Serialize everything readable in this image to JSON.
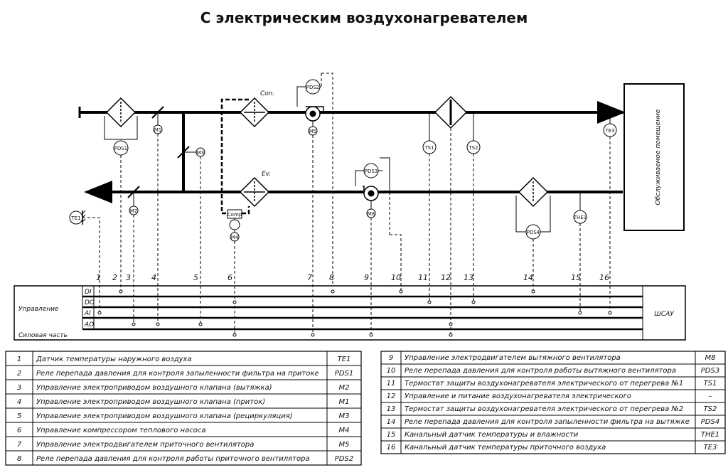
{
  "title": "С электрическим воздухонагревателем",
  "room_label": "Обслуживаемое помещение",
  "panel": {
    "rows": [
      "DI",
      "DO",
      "AI",
      "AO"
    ],
    "control_label": "Управление",
    "power_label": "Силовая часть",
    "cabinet_label": "ШСАУ"
  },
  "component_labels": {
    "cond": "Con.",
    "evap": "Ev.",
    "comp": "Comp",
    "m1": "M1",
    "m2": "M2",
    "m3": "M3",
    "m4": "M4",
    "m5": "M5",
    "m8": "M8",
    "pds1": "PDS1",
    "pds2": "PDS2",
    "pds3": "PDS3",
    "pds4": "PDS4",
    "ts1": "TS1",
    "ts2": "TS2",
    "te1": "TE1",
    "te3": "TE3",
    "the1": "THE1"
  },
  "line_numbers": [
    "1",
    "2",
    "3",
    "4",
    "5",
    "6",
    "7",
    "8",
    "9",
    "10",
    "11",
    "12",
    "13",
    "14",
    "15",
    "16"
  ],
  "table_left": [
    {
      "n": "1",
      "desc": "Датчик температуры наружного воздуха",
      "code": "TE1"
    },
    {
      "n": "2",
      "desc": "Реле перепада давления для контроля запыленности фильтра на притоке",
      "code": "PDS1"
    },
    {
      "n": "3",
      "desc": "Управление электроприводом воздушного клапана (вытяжка)",
      "code": "M2"
    },
    {
      "n": "4",
      "desc": "Управление электроприводом воздушного клапана (приток)",
      "code": "M1"
    },
    {
      "n": "5",
      "desc": "Управление электроприводом воздушного клапана (рециркуляция)",
      "code": "M3"
    },
    {
      "n": "6",
      "desc": "Управление компрессором теплового насоса",
      "code": "M4"
    },
    {
      "n": "7",
      "desc": "Управление электродвигателем приточного вентилятора",
      "code": "M5"
    },
    {
      "n": "8",
      "desc": "Реле перепада давления для контроля работы приточного вентилятора",
      "code": "PDS2"
    }
  ],
  "table_right": [
    {
      "n": "9",
      "desc": "Управление электродвигателем вытяжного вентилятора",
      "code": "M8"
    },
    {
      "n": "10",
      "desc": "Реле перепада давления для контроля работы вытяжного вентилятора",
      "code": "PDS3"
    },
    {
      "n": "11",
      "desc": "Термостат защиты воздухонагревателя электрического от перегрева №1",
      "code": "TS1"
    },
    {
      "n": "12",
      "desc": "Управление и питание воздухонагревателя электрического",
      "code": "–"
    },
    {
      "n": "13",
      "desc": "Термостат защиты воздухонагревателя электрического от перегрева №2",
      "code": "TS2"
    },
    {
      "n": "14",
      "desc": "Реле перепада давления для контроля запыленности фильтра на вытяжке",
      "code": "PDS4"
    },
    {
      "n": "15",
      "desc": "Канальный датчик температуры и влажности",
      "code": "THE1"
    },
    {
      "n": "16",
      "desc": "Канальный датчик температуры приточного воздуха",
      "code": "TE3"
    }
  ]
}
